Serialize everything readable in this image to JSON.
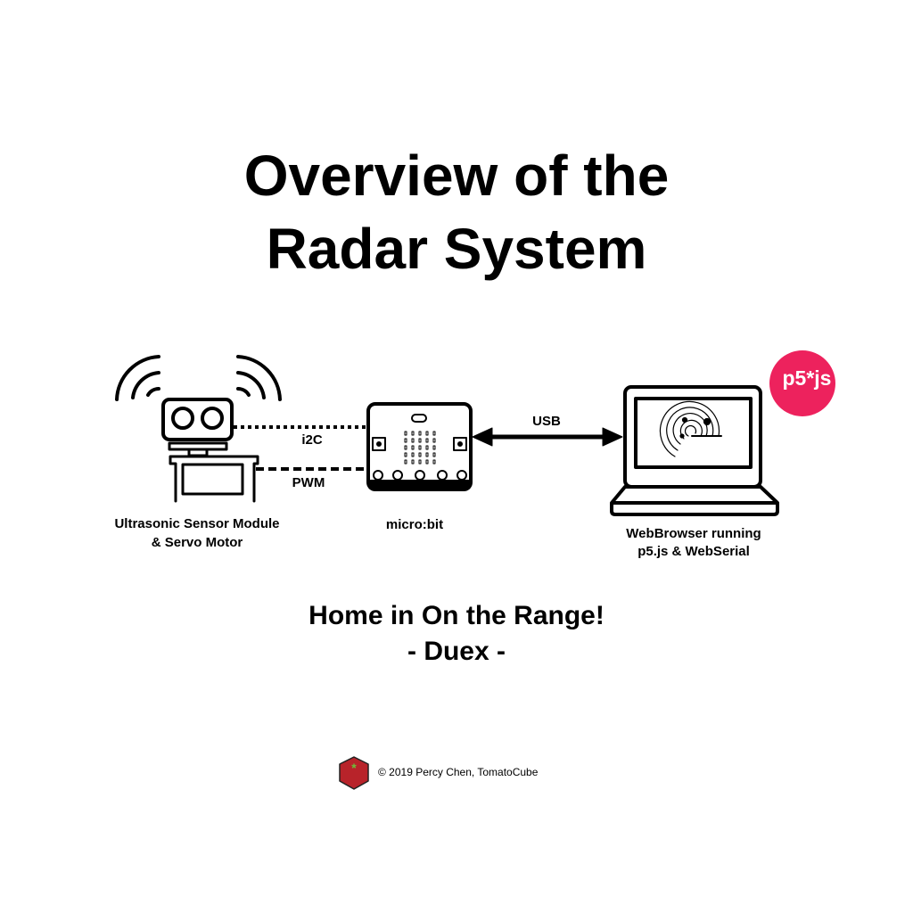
{
  "title": {
    "line1": "Overview of the",
    "line2": "Radar System"
  },
  "components": {
    "sensor": {
      "line1": "Ultrasonic Sensor Module",
      "line2": "& Servo Motor"
    },
    "microbit": {
      "label": "micro:bit"
    },
    "browser": {
      "line1": "WebBrowser running",
      "line2": "p5.js & WebSerial"
    }
  },
  "connections": {
    "i2c": "i2C",
    "pwm": "PWM",
    "usb": "USB"
  },
  "logo": {
    "p5": "p5*js",
    "brand_color": "#ed225d"
  },
  "subtitle": {
    "line1": "Home in On the Range!",
    "line2": "- Duex -"
  },
  "footer": {
    "copyright": "© 2019 Percy Chen, TomatoCube",
    "logo_color": "#b8232a"
  }
}
